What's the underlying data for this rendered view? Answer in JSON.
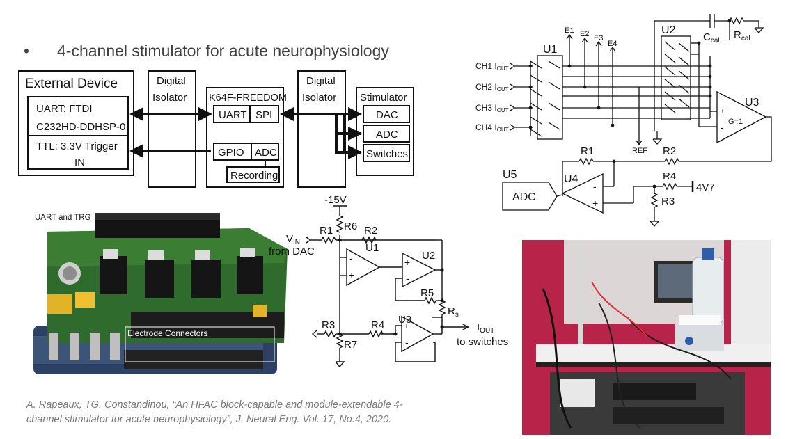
{
  "slide": {
    "bullet": "•",
    "title": "4-channel stimulator for acute neurophysiology",
    "citation_line1": "A. Rapeaux, TG. Constandinou, “An HFAC block-capable and module-extendable 4-",
    "citation_line2": "channel stimulator for acute neurophysiology”, J. Neural Eng. Vol. 17, No.4, 2020."
  },
  "block_diagram": {
    "external_device": "External Device",
    "uart_line1": "UART: FTDI",
    "uart_line2": "C232HD-DDHSP-0",
    "ttl_line1": "TTL: 3.3V Trigger",
    "ttl_line2": "IN",
    "isolator1_line1": "Digital",
    "isolator1_line2": "Isolator",
    "mcu": "K64F-FREEDOM",
    "mcu_uart": "UART",
    "mcu_spi": "SPI",
    "mcu_gpio": "GPIO",
    "mcu_adc": "ADC",
    "recording": "Recording",
    "isolator2_line1": "Digital",
    "isolator2_line2": "Isolator",
    "stimulator": "Stimulator",
    "dac": "DAC",
    "adc": "ADC",
    "switches": "Switches"
  },
  "photo_board": {
    "label_uart": "UART and TRG",
    "label_electrodes": "Electrode Connectors"
  },
  "current_source": {
    "neg15v": "-15V",
    "vin": "V",
    "vin_sub": "IN",
    "from_dac": "from DAC",
    "r1": "R1",
    "r2": "R2",
    "r3": "R3",
    "r4": "R4",
    "r5": "R5",
    "r6": "R6",
    "r7": "R7",
    "rs": "R",
    "rs_sub": "s",
    "u1": "U1",
    "u2": "U2",
    "u3": "U3",
    "iout": "I",
    "iout_sub": "OUT",
    "to_switches": "to switches",
    "plus": "+",
    "minus": "-"
  },
  "switch_matrix": {
    "ch1": "CH1 I",
    "ch2": "CH2 I",
    "ch3": "CH3 I",
    "ch4": "CH4 I",
    "out_sub": "OUT",
    "u1": "U1",
    "u2": "U2",
    "u3": "U3",
    "u4": "U4",
    "u5": "U5",
    "e1": "E1",
    "e2": "E2",
    "e3": "E3",
    "e4": "E4",
    "ref": "REF",
    "ccal": "C",
    "ccal_sub": "cal",
    "rcal": "R",
    "rcal_sub": "cal",
    "r1": "R1",
    "r2": "R2",
    "r3": "R3",
    "r4": "R4",
    "v4v7": "4V7",
    "adc": "ADC",
    "gain": "G=1",
    "plus": "+",
    "minus": "-"
  }
}
